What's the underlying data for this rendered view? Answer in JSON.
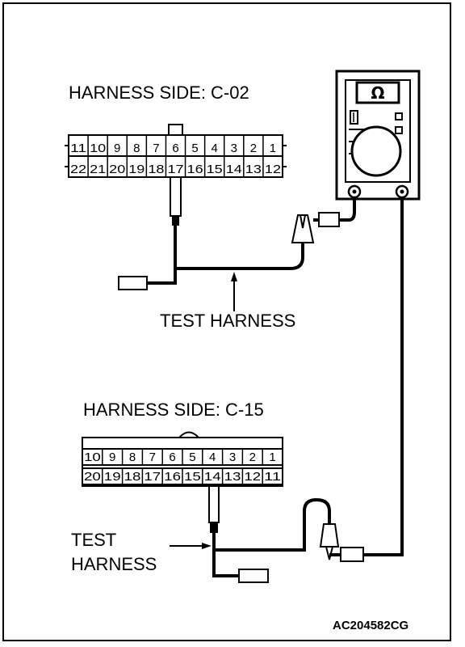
{
  "connector_c02": {
    "title": "HARNESS SIDE: C-02",
    "top_row": [
      "11",
      "10",
      "9",
      "8",
      "7",
      "6",
      "5",
      "4",
      "3",
      "2",
      "1"
    ],
    "bottom_row": [
      "22",
      "21",
      "20",
      "19",
      "18",
      "17",
      "16",
      "15",
      "14",
      "13",
      "12"
    ]
  },
  "connector_c15": {
    "title": "HARNESS SIDE: C-15",
    "top_row": [
      "10",
      "9",
      "8",
      "7",
      "6",
      "5",
      "4",
      "3",
      "2",
      "1"
    ],
    "bottom_row": [
      "20",
      "19",
      "18",
      "17",
      "16",
      "15",
      "14",
      "13",
      "12",
      "11"
    ]
  },
  "labels": {
    "test_harness_1": "TEST HARNESS",
    "test_harness_2_line1": "TEST",
    "test_harness_2_line2": "HARNESS",
    "figure_code": "AC204582CG"
  },
  "meter": {
    "symbol": "Ω",
    "icon": "ohmmeter-icon"
  }
}
